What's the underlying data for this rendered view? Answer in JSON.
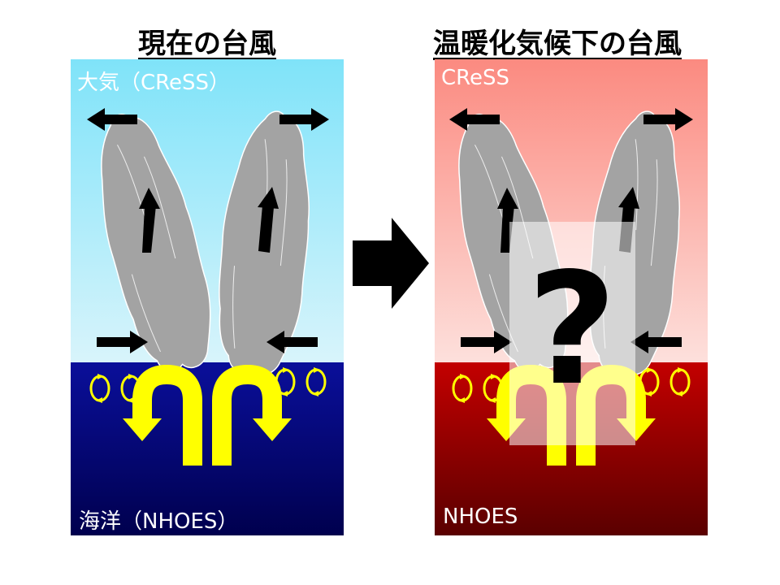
{
  "titles": {
    "left": "現在の台風",
    "right": "温暖化気候下の台風"
  },
  "panels": {
    "left": {
      "atmosphere_label": "大気（CReSS）",
      "ocean_label": "海洋（NHOES）"
    },
    "right": {
      "atmosphere_label": "CReSS",
      "ocean_label": "NHOES",
      "unknown_mark": "?"
    }
  },
  "colors": {
    "present_sky_top": "#7fe3f9",
    "present_sky_bottom": "#d8f4fb",
    "present_ocean_top": "#0a0f9a",
    "present_ocean_bottom": "#00004e",
    "warm_sky_top": "#fb8a80",
    "warm_sky_bottom": "#fde0dc",
    "warm_ocean_top": "#c30000",
    "warm_ocean_bottom": "#5a0000",
    "cloud": "#a3a3a3",
    "arrow": "#000000",
    "current": "#ffff00"
  },
  "icons": [
    "cloud-icon",
    "wind-arrow-icon",
    "updraft-arrow-icon",
    "eddy-icon",
    "upwelling-arrow-icon",
    "transition-arrow-icon"
  ]
}
